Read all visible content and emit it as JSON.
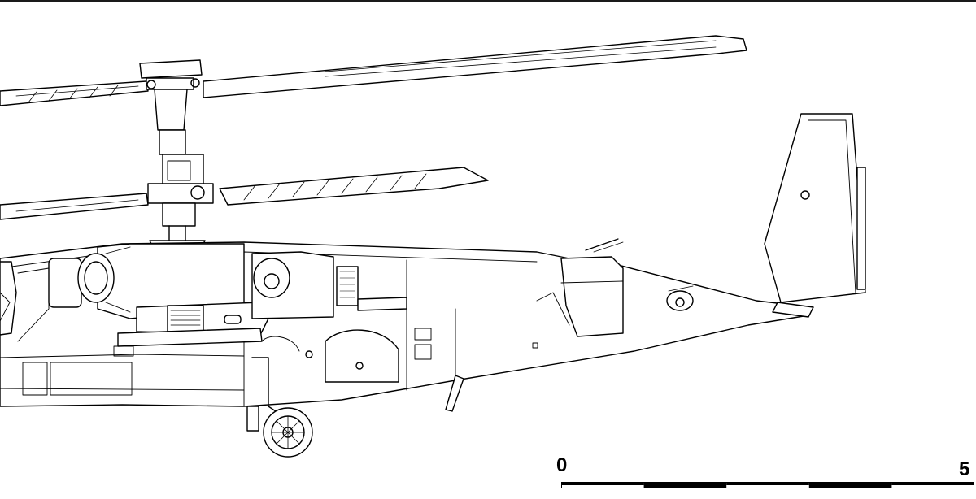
{
  "scale_bar": {
    "start_label": "0",
    "end_label": "5",
    "segments": 5
  },
  "colors": {
    "ink": "#000000",
    "paper": "#ffffff"
  }
}
